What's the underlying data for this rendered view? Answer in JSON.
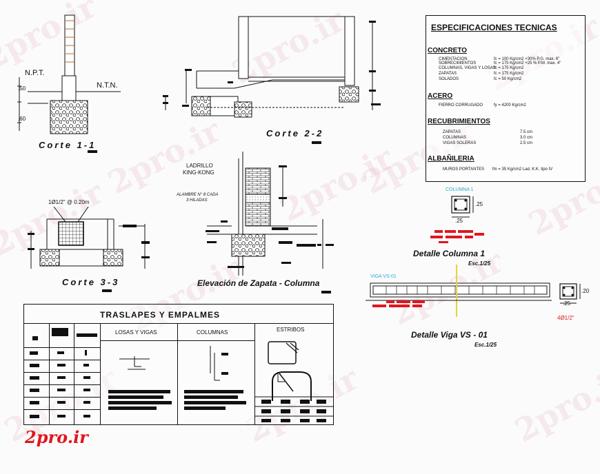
{
  "watermark": "2pro.ir",
  "logo": "2pro.ir",
  "corte11": {
    "title": "Corte 1-1",
    "npt": "N.P.T.",
    "ntn": "N.T.N.",
    "dim_a": ".50",
    "dim_b": ".60"
  },
  "corte22": {
    "title": "Corte 2-2"
  },
  "corte33": {
    "title": "Corte 3-3",
    "rebar": "1Ø1/2\" @ 0.20m"
  },
  "elevacion": {
    "title": "Elevación de Zapata - Columna",
    "ladrillo": "LADRILLO",
    "kingkong": "KING-KONG",
    "alambre": "ALAMBRE N° 8 CADA",
    "hiladas": "3 HILADAS"
  },
  "especificaciones": {
    "title": "ESPECIFICACIONES TECNICAS",
    "concreto": {
      "heading": "CONCRETO",
      "rows": [
        [
          "CIMENTACION",
          "fc = 100 Kg/cm2 +30% P.G. max. 6\""
        ],
        [
          "SOBRECIMIENTOS",
          "fc = 175 Kg/cm2 +25 % P.M. max. 4\""
        ],
        [
          "COLUMNAS, VIGAS Y LOSAS",
          "fc = 175 Kg/cm2"
        ],
        [
          "ZAPATAS",
          "fc = 175 Kg/cm2"
        ],
        [
          "SOLADOS",
          "fc = 50 Kg/cm2"
        ]
      ]
    },
    "acero": {
      "heading": "ACERO",
      "label": "FIERRO CORRUGADO",
      "value": "fy = 4200 Kg/cm2"
    },
    "recubrimientos": {
      "heading": "RECUBRIMIENTOS",
      "rows": [
        [
          "ZAPATAS",
          "7.5 cm"
        ],
        [
          "COLUMNAS",
          "3.0 cm"
        ],
        [
          "VIGAS SOLERAS",
          "2.5 cm"
        ]
      ]
    },
    "albanileria": {
      "heading": "ALBAÑILERIA",
      "label": "MUROS PORTANTES",
      "value": "fm = 35 Kg/cm2 Lad. K.K. tipo IV"
    }
  },
  "columna": {
    "tag": "COLUMNA 1",
    "dim_w": ".25",
    "dim_h": ".25",
    "title": "Detalle  Columna 1",
    "scale": "Esc.1/25"
  },
  "viga": {
    "tag": "VIGA VS-01",
    "dim_h": ".20",
    "dim_w": ".25",
    "rebar": "4Ø1/2\"",
    "title": "Detalle  Viga  VS - 01",
    "scale": "Esc.1/25"
  },
  "traslapes": {
    "title": "TRASLAPES  Y  EMPALMES",
    "col_losas": "LOSAS Y VIGAS",
    "col_columnas": "COLUMNAS",
    "col_estribos": "ESTRIBOS"
  },
  "colors": {
    "ink": "#111111",
    "accent_red": "#e0161e",
    "cyan": "#2aa7c9",
    "watermark": "#e6aabb"
  }
}
